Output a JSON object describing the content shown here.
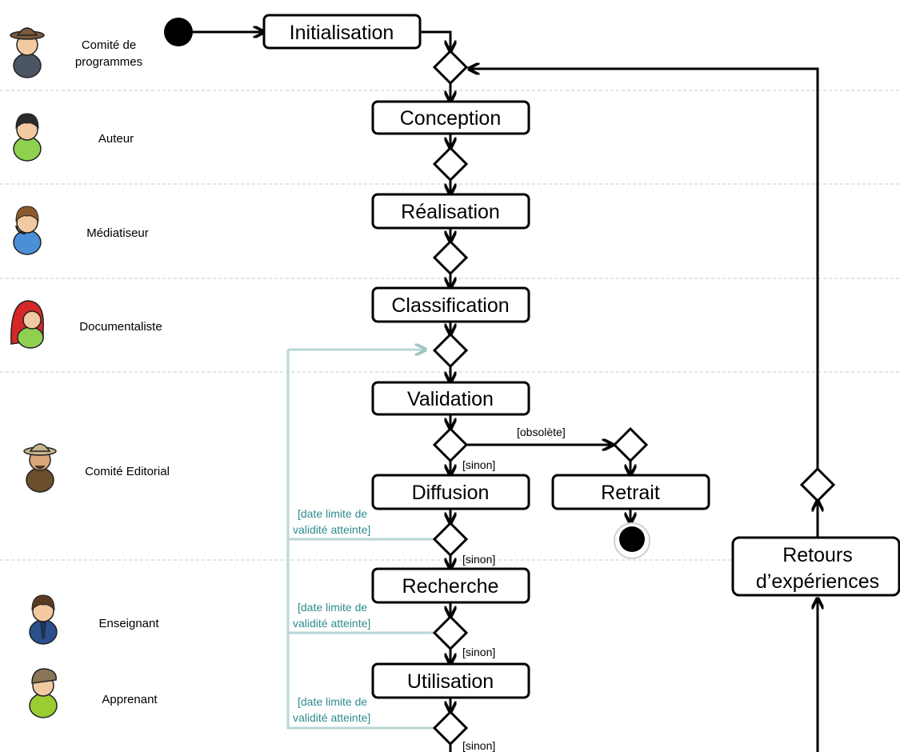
{
  "actors": [
    {
      "name": "Comité de programmes",
      "lines": [
        "Comité de",
        "programmes"
      ]
    },
    {
      "name": "Auteur",
      "lines": [
        "Auteur"
      ]
    },
    {
      "name": "Médiatiseur",
      "lines": [
        "Médiatiseur"
      ]
    },
    {
      "name": "Documentaliste",
      "lines": [
        "Documentaliste"
      ]
    },
    {
      "name": "Comité Editorial",
      "lines": [
        "Comité Editorial"
      ]
    },
    {
      "name": "Enseignant",
      "lines": [
        "Enseignant"
      ]
    },
    {
      "name": "Apprenant",
      "lines": [
        "Apprenant"
      ]
    }
  ],
  "actor_colors": {
    "comite_programmes": {
      "hat": "#7a5a3c",
      "body": "#4b5563",
      "skin": "#f2c9a0"
    },
    "auteur": {
      "hat": "#2b2b2b",
      "body": "#8fd14f",
      "skin": "#f2c9a0"
    },
    "mediatiseur": {
      "hat": "#8b5a2b",
      "body": "#4a90d9",
      "skin": "#f2c9a0"
    },
    "documentaliste": {
      "hat": "#d62828",
      "body": "#8fd14f",
      "skin": "#f2c9a0"
    },
    "comite_editorial": {
      "hat": "#c8b38a",
      "body": "#6b4f2a",
      "skin": "#d9a77a"
    },
    "enseignant": {
      "hat": "#5a3a22",
      "body": "#2b4f8a",
      "skin": "#f2c9a0"
    },
    "apprenant": {
      "hat": "#8a7656",
      "body": "#9acd32",
      "skin": "#f2c9a0"
    }
  },
  "activities": {
    "initialisation": "Initialisation",
    "conception": "Conception",
    "realisation": "Réalisation",
    "classification": "Classification",
    "validation": "Validation",
    "diffusion": "Diffusion",
    "retrait": "Retrait",
    "recherche": "Recherche",
    "utilisation": "Utilisation",
    "retours_line1": "Retours",
    "retours_line2": "d’expériences"
  },
  "guards": {
    "obsolete": "[obsolète]",
    "sinon": "[sinon]",
    "date_limite_line1": "[date limite de",
    "date_limite_line2": "validité atteinte]"
  }
}
